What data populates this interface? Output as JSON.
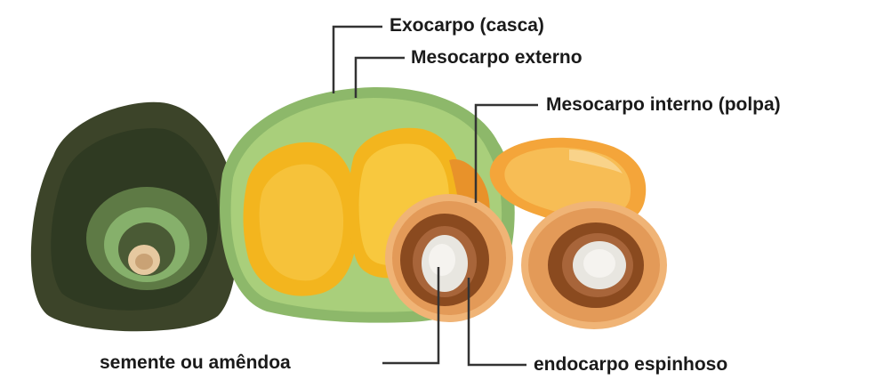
{
  "labels": {
    "exocarp": "Exocarpo (casca)",
    "outer_mesocarp": "Mesocarpo externo",
    "inner_mesocarp": "Mesocarpo interno (polpa)",
    "seed": "semente ou amêndoa",
    "endocarp": "endocarpo espinhoso"
  },
  "colors": {
    "husk_dark": "#3c4429",
    "husk_green": "#8db86a",
    "pulp_yellow": "#f3b51e",
    "pulp_orange": "#e8922a",
    "endocarp_brown": "#8a4a1f",
    "seed_white": "#e8e6e0",
    "leader_line": "#333333"
  }
}
